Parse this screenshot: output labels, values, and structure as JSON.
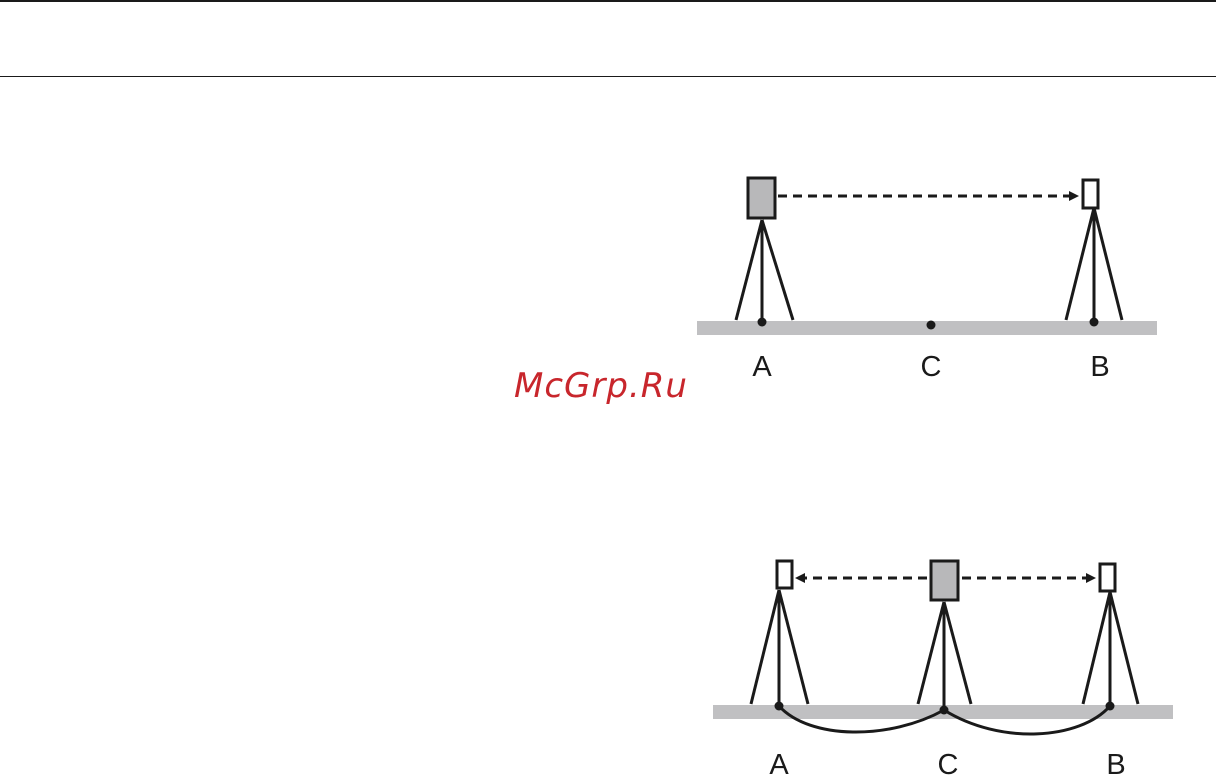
{
  "watermark": "McGrp.Ru",
  "diagram_top": {
    "labels": [
      "A",
      "C",
      "B"
    ]
  },
  "diagram_bottom": {
    "labels": [
      "A",
      "C",
      "B"
    ]
  },
  "colors": {
    "ground": "#c0c0c2",
    "instrument_fill": "#b8b8ba",
    "stroke": "#1a1a1a",
    "watermark": "#c8262c"
  }
}
